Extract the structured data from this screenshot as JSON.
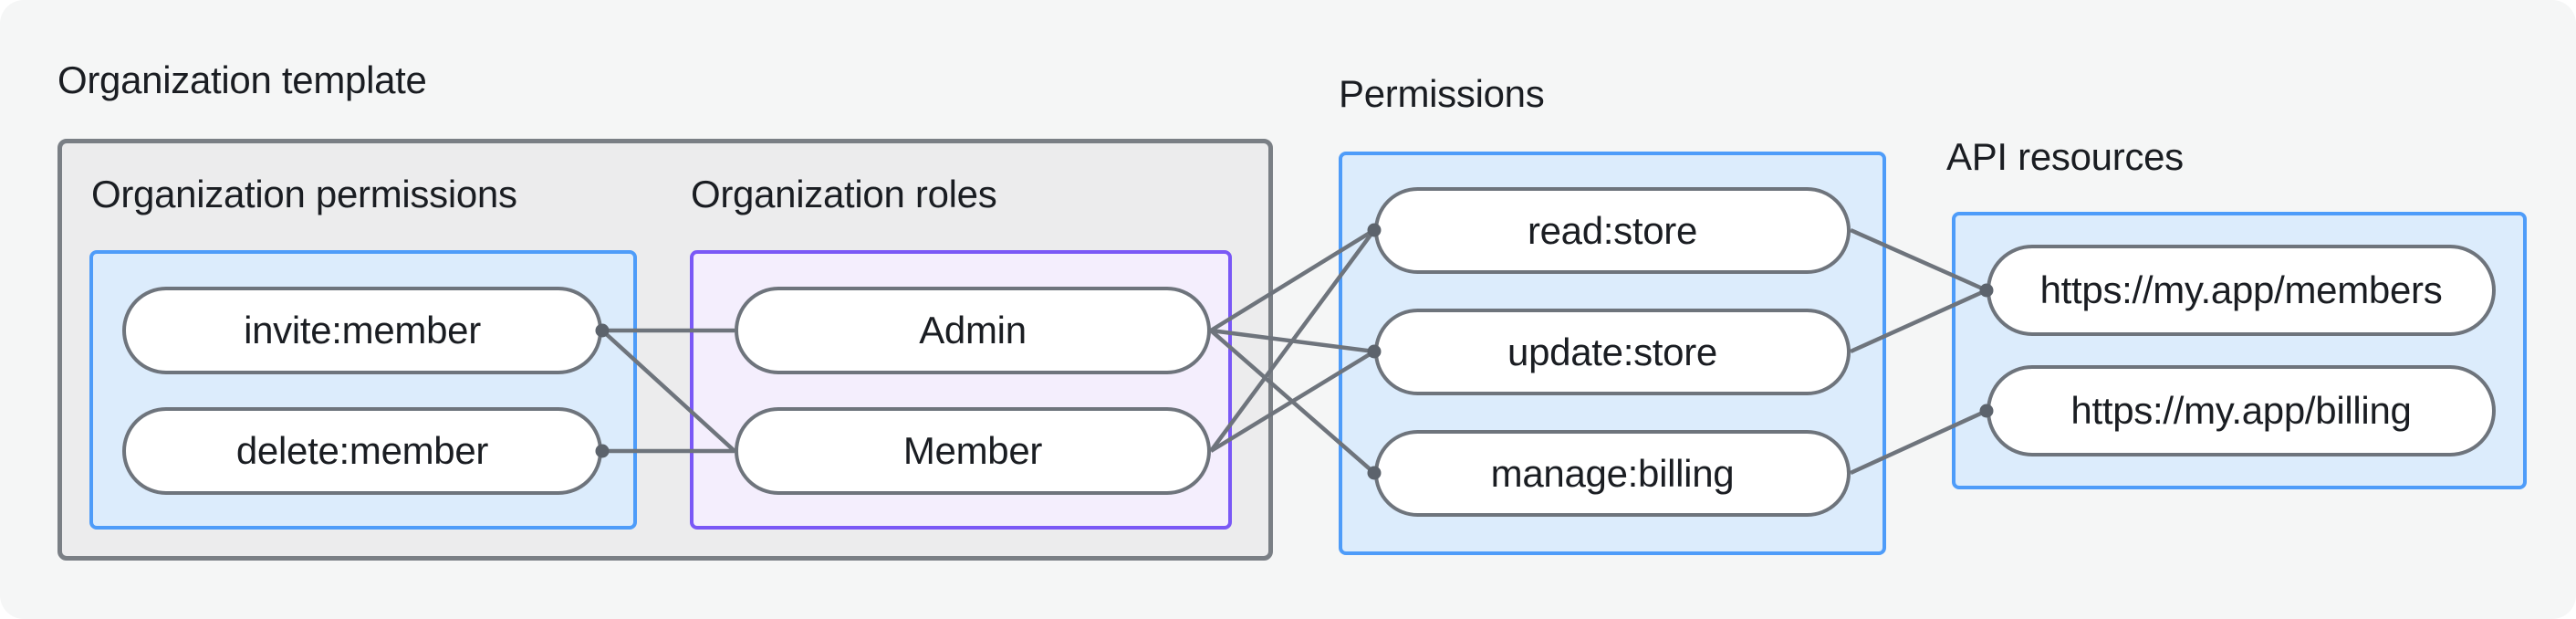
{
  "titles": {
    "org_template": "Organization template",
    "org_permissions": "Organization permissions",
    "org_roles": "Organization roles",
    "permissions": "Permissions",
    "api_resources": "API resources"
  },
  "nodes": {
    "invite": "invite:member",
    "delete": "delete:member",
    "admin": "Admin",
    "member": "Member",
    "read": "read:store",
    "update": "update:store",
    "manage": "manage:billing",
    "members_api": "https://my.app/members",
    "billing_api": "https://my.app/billing"
  },
  "edges": [
    {
      "from": "invite",
      "to": "admin"
    },
    {
      "from": "invite",
      "to": "member"
    },
    {
      "from": "delete",
      "to": "member"
    },
    {
      "from": "admin",
      "to": "read"
    },
    {
      "from": "admin",
      "to": "update"
    },
    {
      "from": "admin",
      "to": "manage"
    },
    {
      "from": "member",
      "to": "read"
    },
    {
      "from": "member",
      "to": "update"
    },
    {
      "from": "read",
      "to": "members_api"
    },
    {
      "from": "update",
      "to": "members_api"
    },
    {
      "from": "manage",
      "to": "billing_api"
    }
  ],
  "colors": {
    "background": "#f5f6f6",
    "outer_box_fill": "#ececed",
    "outer_box_border": "#7a7f85",
    "blue_box_fill": "#dcecfc",
    "blue_box_border": "#4e9cf9",
    "purple_box_fill": "#f4eefd",
    "purple_box_border": "#7a58f6",
    "pill_fill": "#ffffff",
    "pill_border": "#6e747c",
    "edge_line": "#6e747c",
    "connection_dot": "#5c636c",
    "text": "#1a1d22"
  }
}
